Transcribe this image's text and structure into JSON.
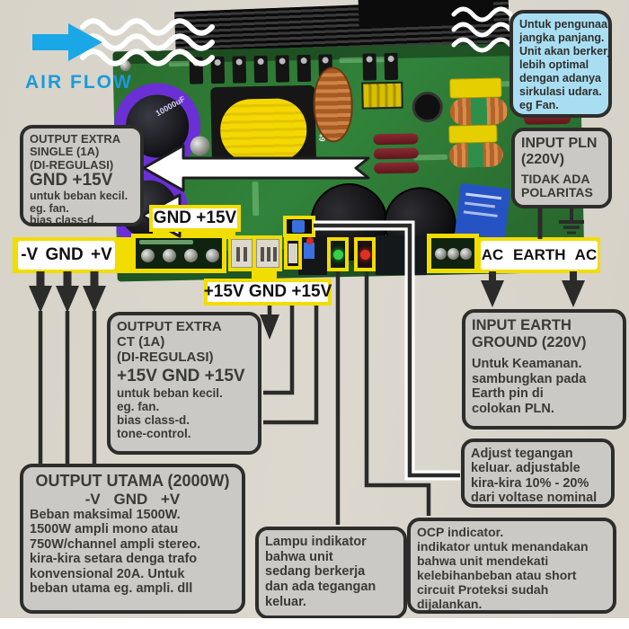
{
  "air_flow_label": "AIR FLOW",
  "cooling_note": {
    "lines": [
      "Untuk pengunaan",
      "jangka panjang.",
      "Unit akan berkerja",
      "lebih optimal",
      "dengan adanya",
      "sirkulasi udara.",
      "eg Fan."
    ]
  },
  "output_extra_single": {
    "title_lines": [
      "OUTPUT EXTRA",
      "SINGLE (1A)",
      "(DI-REGULASI)"
    ],
    "terminals": "GND +15V",
    "body_lines": [
      "untuk beban kecil.",
      "eg. fan.",
      "bias class-d."
    ]
  },
  "gnd_15v_label": "GND +15V",
  "input_pln": {
    "title_lines": [
      "INPUT PLN",
      "(220V)"
    ],
    "body_lines": [
      "TIDAK ADA",
      "POLARITAS"
    ]
  },
  "main_output_terminals_label": "-V GND +V",
  "ac_earth_label": "AC EARTH AC",
  "extra_ct_terminals_label": "+15V GND +15V",
  "output_extra_ct": {
    "title_lines": [
      "OUTPUT EXTRA",
      "CT (1A)",
      "(DI-REGULASI)"
    ],
    "terminals": "+15V GND +15V",
    "body_lines": [
      "untuk beban kecil.",
      "eg. fan.",
      "bias class-d.",
      "tone-control."
    ]
  },
  "input_earth": {
    "title_lines": [
      "INPUT EARTH",
      "GROUND (220V)"
    ],
    "body_lines": [
      "Untuk Keamanan.",
      "sambungkan pada",
      "Earth pin di",
      "colokan PLN."
    ]
  },
  "adjust_note": {
    "lines": [
      "Adjust tegangan",
      "keluar. adjustable",
      "kira-kira 10% - 20%",
      "dari voltase nominal"
    ]
  },
  "ocp_note": {
    "lines": [
      "OCP indicator.",
      "indikator untuk menandakan",
      "bahwa unit mendekati",
      "kelebihanbeban atau short",
      "circuit Proteksi sudah",
      "dijalankan."
    ]
  },
  "power_led_note": {
    "lines": [
      "Lampu indikator",
      "bahwa unit",
      "sedang berkerja",
      "dan ada tegangan",
      "keluar."
    ]
  },
  "output_utama": {
    "title": "OUTPUT UTAMA (2000W)",
    "terminals": "-V GND +V",
    "body_lines": [
      "Beban maksimal 1500W.",
      "1500W ampli mono atau",
      "750W/channel ampli stereo.",
      "kira-kira setara denga trafo",
      "konvensional 20A. Untuk",
      "beban utama eg. ampli. dll"
    ]
  },
  "pcb": {
    "transformer_label": "ETD-49",
    "capacitor_label": "10000uF"
  },
  "colors": {
    "highlight_yellow": "#f2dd00",
    "callout_gray": "#cac9c5",
    "callout_blue": "#a9def2",
    "airflow_blue": "#1aa7e8",
    "pcb_green": "#2e7d33",
    "power_led_green": "#35d04a",
    "ocp_led_red": "#e03020"
  }
}
